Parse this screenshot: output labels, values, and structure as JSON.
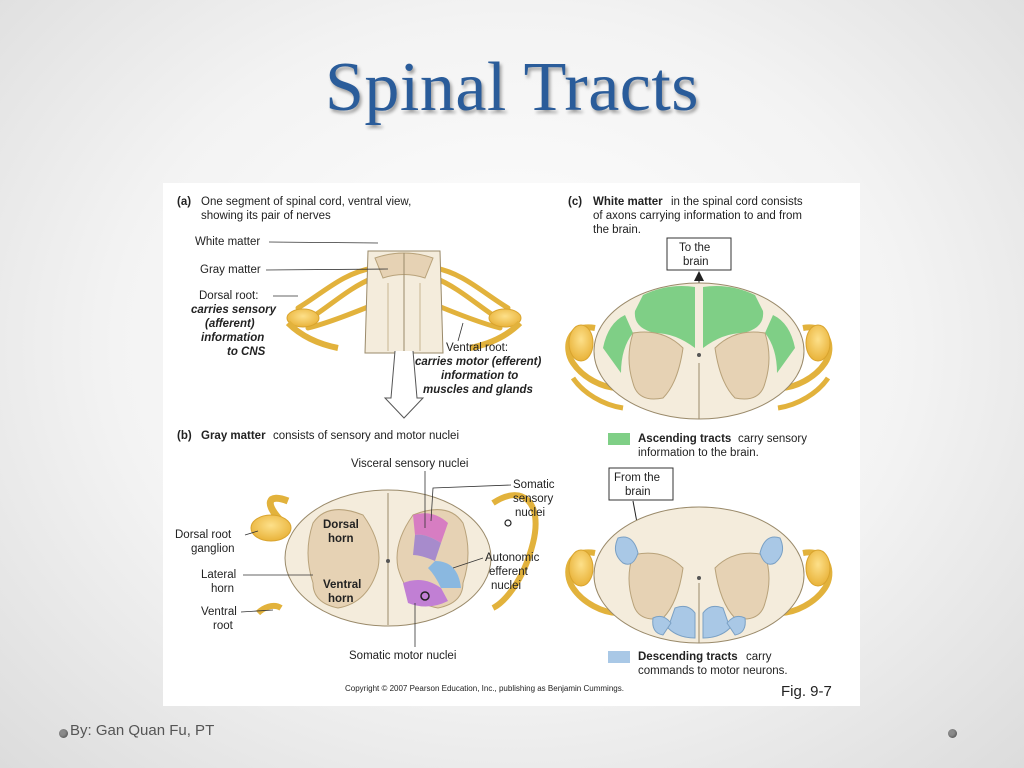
{
  "slide": {
    "title": "Spinal Tracts",
    "footer": "By: Gan Quan Fu, PT"
  },
  "colors": {
    "title": "#2a5c9a",
    "nerve": "#f2c24a",
    "gray_matter": "#e6d2b4",
    "white_matter": "#f4ecdc",
    "ascending": "#7fcf86",
    "descending": "#a9c8e6",
    "sensory_nuclei": "#d46fc4",
    "autonomic_nuclei": "#8ab8e0"
  },
  "figure": {
    "panel_a": {
      "letter": "(a)",
      "caption_1": "One segment of spinal cord, ventral view,",
      "caption_2": "showing its pair of nerves",
      "white_matter": "White matter",
      "gray_matter": "Gray matter",
      "dorsal_root": "Dorsal root:",
      "dorsal_desc_1": "carries sensory",
      "dorsal_desc_2": "(afferent)",
      "dorsal_desc_3": "information",
      "dorsal_desc_4": "to CNS",
      "ventral_root": "Ventral root:",
      "ventral_desc_1": "carries motor (efferent)",
      "ventral_desc_2": "information to",
      "ventral_desc_3": "muscles and glands"
    },
    "panel_b": {
      "letter": "(b)",
      "caption_bold": "Gray matter",
      "caption_rest": " consists of sensory and motor nuclei",
      "visceral_sensory": "Visceral sensory nuclei",
      "somatic_sensory_1": "Somatic",
      "somatic_sensory_2": "sensory",
      "somatic_sensory_3": "nuclei",
      "dorsal_ganglion_1": "Dorsal root",
      "dorsal_ganglion_2": "ganglion",
      "dorsal_horn_1": "Dorsal",
      "dorsal_horn_2": "horn",
      "autonomic_1": "Autonomic",
      "autonomic_2": "efferent",
      "autonomic_3": "nuclei",
      "lateral_horn_1": "Lateral",
      "lateral_horn_2": "horn",
      "ventral_horn_1": "Ventral",
      "ventral_horn_2": "horn",
      "ventral_root_1": "Ventral",
      "ventral_root_2": "root",
      "somatic_motor": "Somatic motor nuclei"
    },
    "panel_c": {
      "letter": "(c)",
      "caption_bold": "White matter",
      "caption_rest_1": " in the spinal cord consists",
      "caption_rest_2": "of axons carrying information to and from",
      "caption_rest_3": "the brain.",
      "to_brain_1": "To the",
      "to_brain_2": "brain",
      "from_brain_1": "From the",
      "from_brain_2": "brain",
      "asc_bold": "Ascending tracts",
      "asc_rest_1": " carry sensory",
      "asc_rest_2": "information to the brain.",
      "desc_bold": "Descending tracts",
      "desc_rest_1": " carry",
      "desc_rest_2": "commands to motor neurons."
    },
    "copyright": "Copyright © 2007 Pearson Education, Inc., publishing as Benjamin Cummings.",
    "fig_label": "Fig. 9-7"
  }
}
